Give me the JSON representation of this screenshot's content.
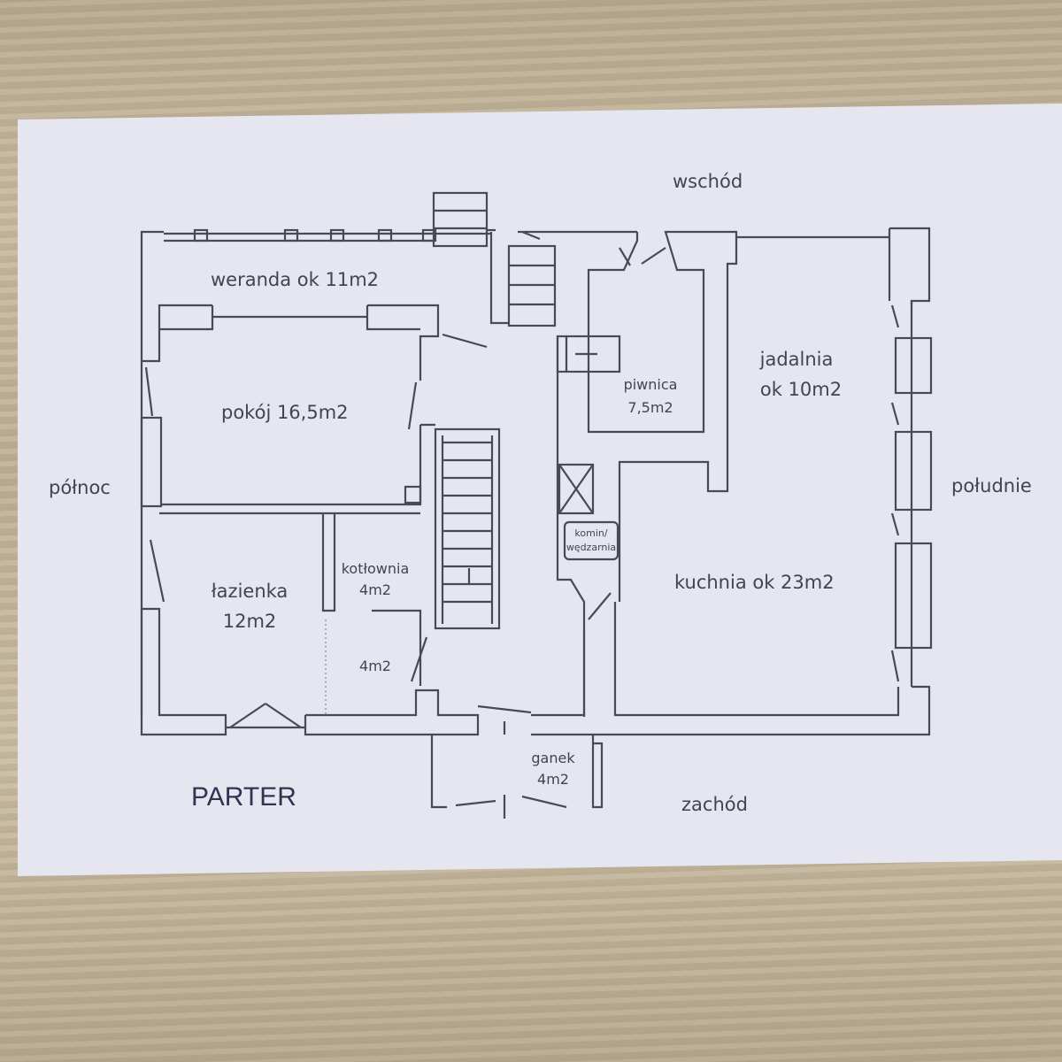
{
  "directions": {
    "east": "wschód",
    "west": "zachód",
    "north": "północ",
    "south": "południe"
  },
  "floor_title": "PARTER",
  "rooms": {
    "veranda": "weranda ok 11m2",
    "room": "pokój 16,5m2",
    "bathroom_name": "łazienka",
    "bathroom_area": "12m2",
    "boiler_name": "kotłownia",
    "boiler_area": "4m2",
    "hall_area": "4m2",
    "cellar_name": "piwnica",
    "cellar_area": "7,5m2",
    "dining_name": "jadalnia",
    "dining_area": "ok 10m2",
    "kitchen": "kuchnia ok 23m2",
    "chimney_1": "komin/",
    "chimney_2": "wędzarnia",
    "porch_name": "ganek",
    "porch_area": "4m2"
  }
}
